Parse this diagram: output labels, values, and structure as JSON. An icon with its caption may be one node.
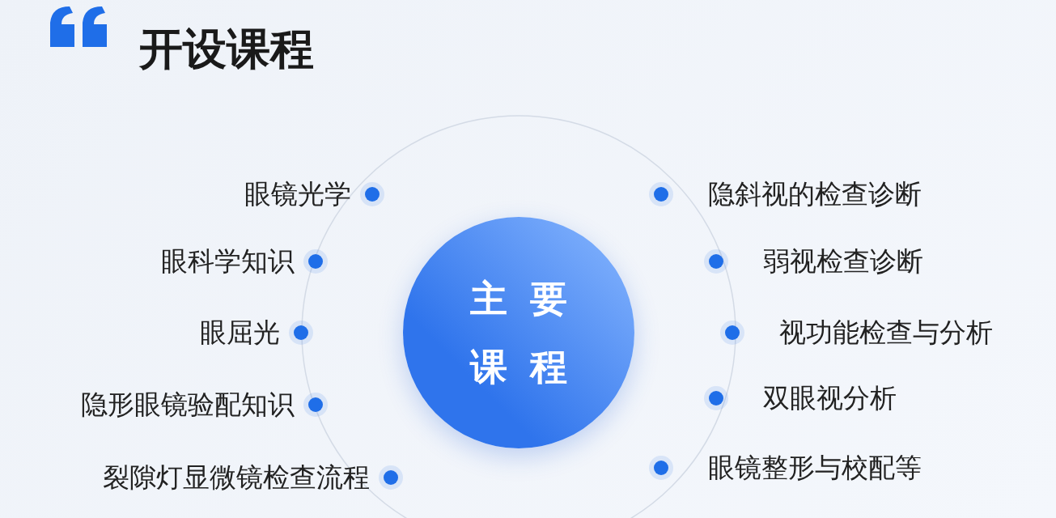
{
  "diagram": {
    "title": "开设课程",
    "nodes": [
      {
        "text": [
          "主要课程"
        ]
      }
    ],
    "labels": [
      "眼镜光学",
      "隐斜视的检查诊断",
      "眼科学知识",
      "弱视检查诊断",
      "眼屈光",
      "视功能检查与分析",
      "隐形眼镜验配知识",
      "双眼视分析",
      "裂隙灯显微镜检查流程",
      "眼镜整形与校配等"
    ]
  }
}
